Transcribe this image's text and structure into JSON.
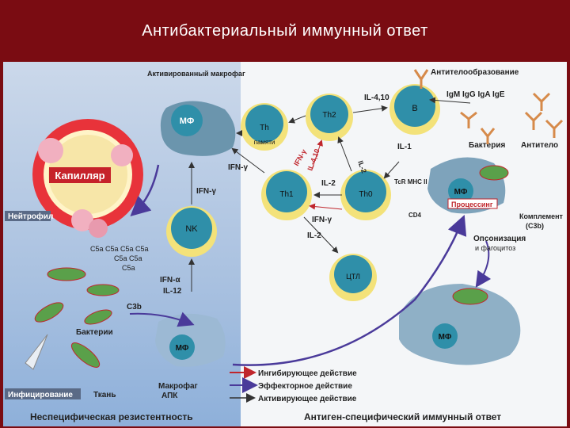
{
  "slide": {
    "title": "Антибактериальный иммунный ответ"
  },
  "labels": {
    "activated_macrophage": "Активированный макрофаг",
    "mf": "МФ",
    "th": "Th",
    "memory": "памяти",
    "th2": "Th2",
    "th1": "Th1",
    "th0": "Th0",
    "b": "В",
    "nk": "NK",
    "ctl": "ЦТЛ",
    "capillary": "Капилляр",
    "neutrophil": "Нейтрофил",
    "c5a_1": "C5a C5a C5a C5a",
    "c5a_2": "C5a C5a",
    "c5a_3": "C5a",
    "ifn_alpha": "IFN-α",
    "il12": "IL-12",
    "c3b": "C3b",
    "bacteria_left": "Бактерии",
    "infection": "Инфицирование",
    "tissue": "Ткань",
    "macrophage_apc": "Макрофаг",
    "apc": "АПК",
    "nonspecific": "Неспецифическая резистентность",
    "antigen_specific": "Антиген-специфический иммунный ответ",
    "antibody_formation": "Антителообразование",
    "ig": "IgM IgG IgA IgE",
    "bacterium": "Бактерия",
    "antibody": "Антитело",
    "complement": "Комплемент",
    "complement_c3b": "(C3b)",
    "opsonization": "Опсонизация",
    "phagocytosis": "и фагоцитоз",
    "processing": "Процессинг",
    "tcr": "TcR MHC II",
    "cd4": "CD4",
    "il410": "IL-4,10",
    "il1": "IL-1",
    "il2a": "IL-2",
    "il2b": "IL-2",
    "ifn_g1": "IFN-γ",
    "ifn_g2": "IFN-γ",
    "ifn_g3": "IFN-γ",
    "ifn_g4": "IFN-γ",
    "il410b": "IL-4,10",
    "il2c": "IL-2",
    "legend_inhibit": "Ингибирующее действие",
    "legend_effector": "Эффекторное действие",
    "legend_activate": "Активирующее действие"
  },
  "colors": {
    "header": "#7a0c12",
    "cell": "#2f8fa9",
    "ring": "#f3e27a",
    "bacteria": "#5aa04a",
    "inhibit": "#c0262c",
    "arrow": "#333333",
    "pathway": "#4a3a9a"
  }
}
